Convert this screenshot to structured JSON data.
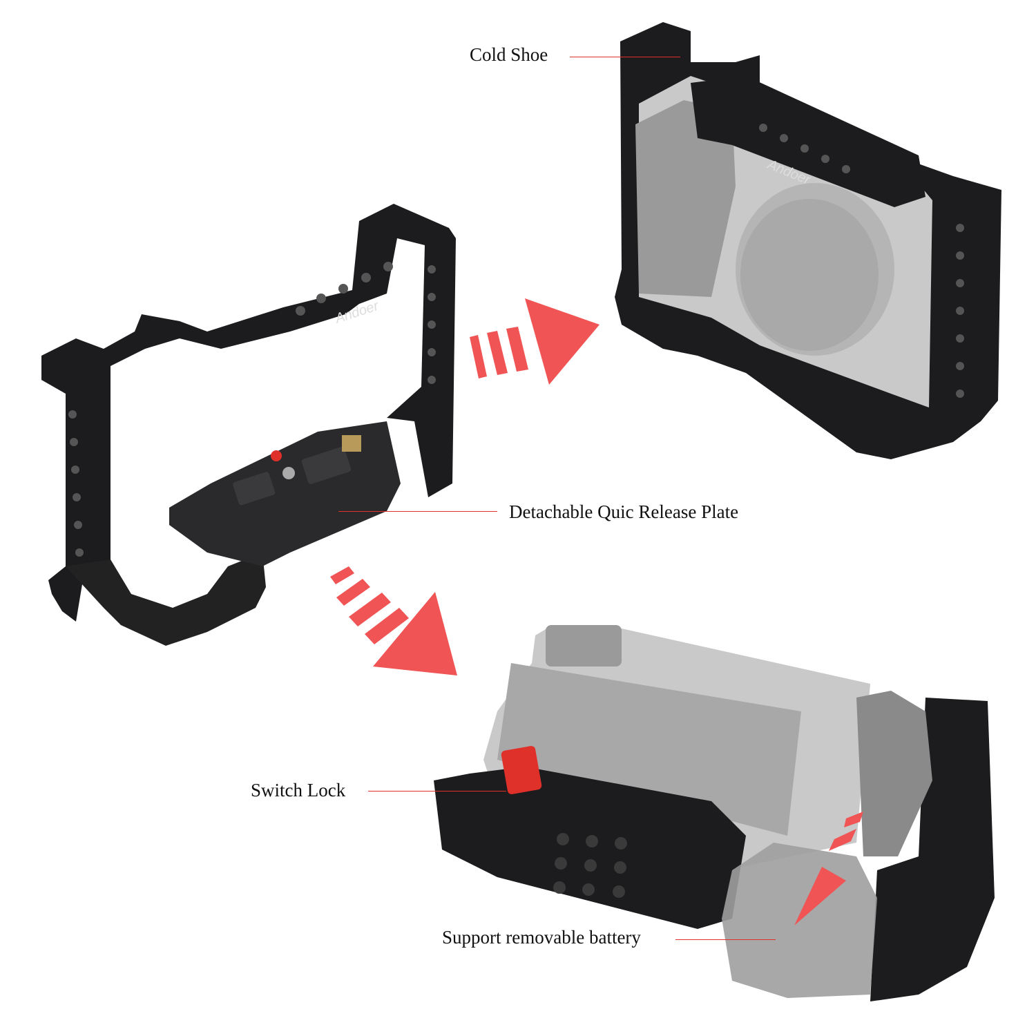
{
  "brand_logo": "Andoer",
  "callouts": {
    "cold_shoe": "Cold Shoe",
    "quick_release": "Detachable Quic Release Plate",
    "switch_lock": "Switch Lock",
    "battery": "Support removable battery"
  },
  "colors": {
    "arrow": "#f05454",
    "leader_line": "#e0302a",
    "cage": "#1c1c1e",
    "camera": "#c9c9c9"
  }
}
